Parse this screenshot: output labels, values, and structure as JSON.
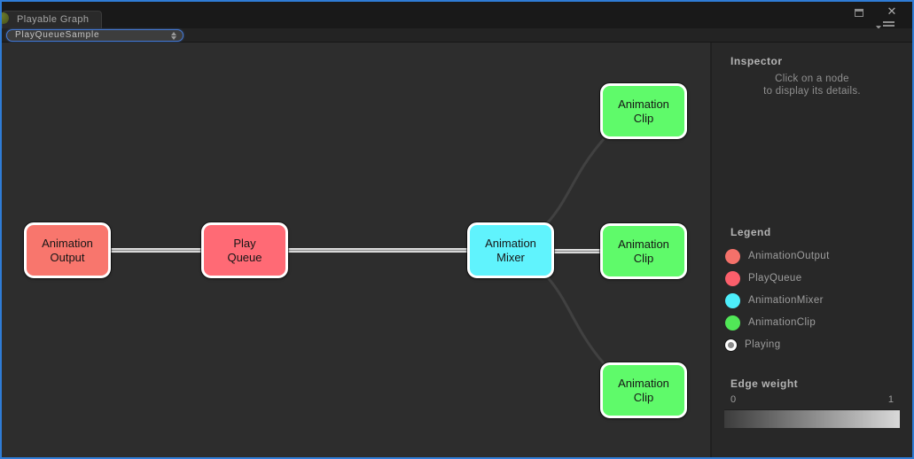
{
  "window": {
    "tab_title": "Playable Graph",
    "close_glyph": "✕"
  },
  "toolbar": {
    "graph_selector_value": "PlayQueueSample"
  },
  "graph": {
    "background": "#2d2d2d",
    "nodes": [
      {
        "name": "animation-output",
        "line1": "Animation",
        "line2": "Output",
        "color": "#f8766d"
      },
      {
        "name": "play-queue",
        "line1": "Play",
        "line2": "Queue",
        "color": "#ff6a75"
      },
      {
        "name": "animation-mixer",
        "line1": "Animation",
        "line2": "Mixer",
        "color": "#60f3fd"
      },
      {
        "name": "animation-clip-top",
        "line1": "Animation",
        "line2": "Clip",
        "color": "#5ffa6a"
      },
      {
        "name": "animation-clip-middle",
        "line1": "Animation",
        "line2": "Clip",
        "color": "#5ffa6a"
      },
      {
        "name": "animation-clip-bottom",
        "line1": "Animation",
        "line2": "Clip",
        "color": "#5ffa6a"
      }
    ],
    "edge_colors": {
      "weight_full_outer": "#e6e6e6",
      "weight_full_inner": "#8f8f8f",
      "weight_zero": "#414141"
    },
    "edges": [
      {
        "from": "animation-output",
        "to": "play-queue",
        "weight": 1
      },
      {
        "from": "play-queue",
        "to": "animation-mixer",
        "weight": 1
      },
      {
        "from": "animation-mixer",
        "to": "animation-clip-top",
        "weight": 0
      },
      {
        "from": "animation-mixer",
        "to": "animation-clip-middle",
        "weight": 1
      },
      {
        "from": "animation-mixer",
        "to": "animation-clip-bottom",
        "weight": 0
      }
    ]
  },
  "inspector": {
    "title": "Inspector",
    "empty_line1": "Click on a node",
    "empty_line2": "to display its details."
  },
  "legend": {
    "title": "Legend",
    "items": [
      {
        "label": "AnimationOutput",
        "color": "#f4716a"
      },
      {
        "label": "PlayQueue",
        "color": "#fb5f6b"
      },
      {
        "label": "AnimationMixer",
        "color": "#4deefb"
      },
      {
        "label": "AnimationClip",
        "color": "#51e757"
      },
      {
        "label": "Playing",
        "color": "#8a8a8a"
      }
    ]
  },
  "edge_weight": {
    "title": "Edge weight",
    "min_label": "0",
    "max_label": "1",
    "gradient_start": "#3c3c3c",
    "gradient_end": "#d9d9d9"
  }
}
